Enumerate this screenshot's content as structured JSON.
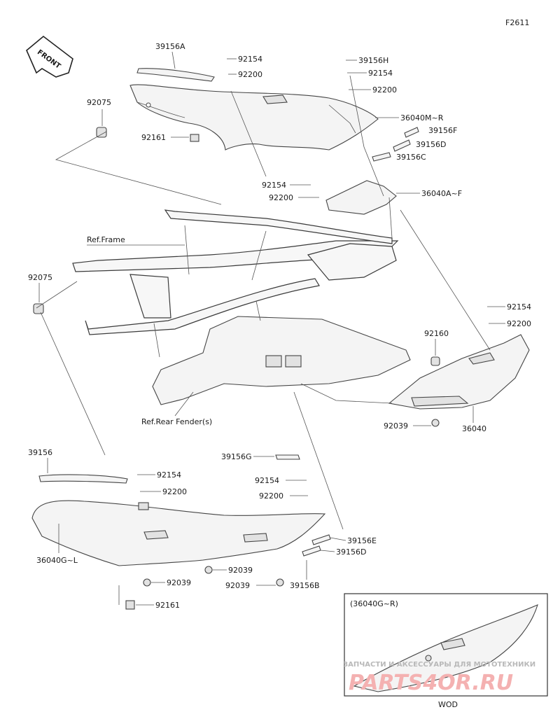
{
  "figure_id": "F2611",
  "front_label": "FRONT",
  "callouts": {
    "c_39156A": "39156A",
    "c_92154_a": "92154",
    "c_92200_a": "92200",
    "c_39156H": "39156H",
    "c_92154_b": "92154",
    "c_92200_b": "92200",
    "c_92075_a": "92075",
    "c_36040M_R": "36040M~R",
    "c_92161_a": "92161",
    "c_39156F": "39156F",
    "c_39156D_a": "39156D",
    "c_39156C": "39156C",
    "c_92154_c": "92154",
    "c_36040A_F": "36040A~F",
    "c_92200_c": "92200",
    "ref_frame": "Ref.Frame",
    "c_92075_b": "92075",
    "c_92154_d": "92154",
    "c_92200_d": "92200",
    "c_92160": "92160",
    "ref_rear_fender": "Ref.Rear Fender(s)",
    "c_92039_a": "92039",
    "c_36040": "36040",
    "c_39156": "39156",
    "c_39156G": "39156G",
    "c_92154_e": "92154",
    "c_92154_f": "92154",
    "c_92200_e": "92200",
    "c_92200_f": "92200",
    "c_36040G_L": "36040G~L",
    "c_39156E": "39156E",
    "c_39156D_b": "39156D",
    "c_92039_b": "92039",
    "c_92039_c": "92039",
    "c_92039_d": "92039",
    "c_39156B": "39156B",
    "c_92161_b": "92161"
  },
  "inset": {
    "title": "(36040G~R)",
    "caption": "WOD"
  },
  "watermark": {
    "top_text": "ЗАПЧАСТИ И АКСЕССУАРЫ ДЛЯ МОТОТЕХНИКИ",
    "logo_text": "PARTS4OR.RU"
  }
}
